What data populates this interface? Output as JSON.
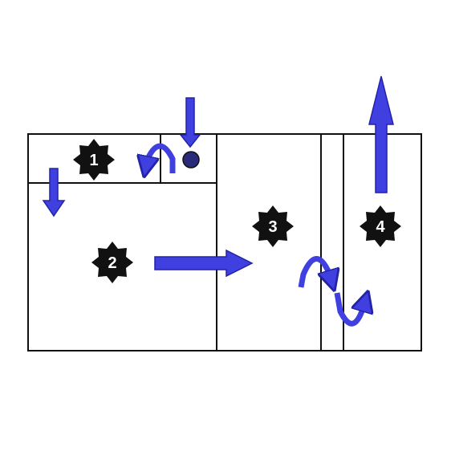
{
  "colors": {
    "arrow": "#4040e0",
    "arrow_stroke": "#2222aa",
    "badge": "#111111",
    "badge_text": "#ffffff",
    "line": "#111111"
  },
  "badges": [
    {
      "label": "1",
      "icon": "star-badge-icon"
    },
    {
      "label": "2",
      "icon": "star-badge-icon"
    },
    {
      "label": "3",
      "icon": "star-badge-icon"
    },
    {
      "label": "4",
      "icon": "star-badge-icon"
    }
  ],
  "icons": {
    "arrow_down": "arrow-down-icon",
    "arrow_right": "arrow-right-icon",
    "arrow_up": "arrow-up-icon",
    "u_turn": "u-turn-arrow-icon",
    "dot": "filled-circle-icon"
  }
}
